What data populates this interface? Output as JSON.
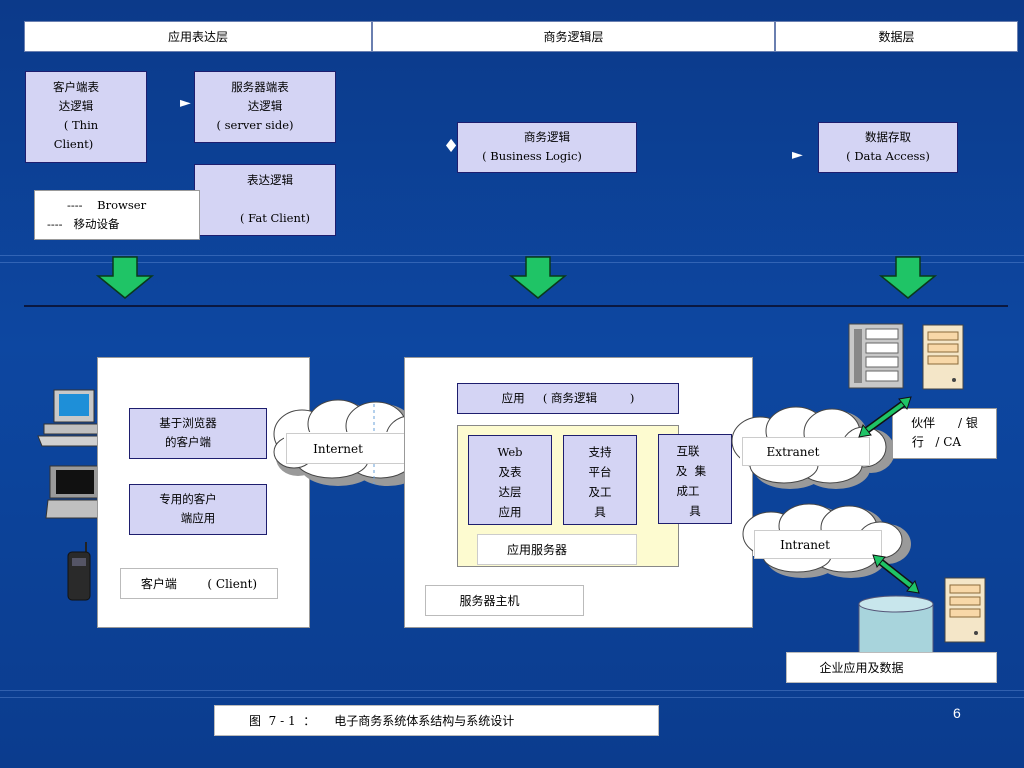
{
  "header": {
    "presentation_layer": "应用表达层",
    "business_logic_layer": "商务逻辑层",
    "data_layer": "数据层"
  },
  "top": {
    "client_logic_lines": [
      "客户端表",
      "达逻辑",
      "( Thin",
      "Client)"
    ],
    "server_logic_lines": [
      "服务器端表",
      "达逻辑",
      "( server side)"
    ],
    "presentation_logic_lines": [
      "表达逻辑",
      "",
      "( Fat Client)"
    ],
    "browser_lines": [
      "----    Browser",
      "----   移动设备"
    ],
    "business_logic_lines": [
      "商务逻辑",
      "( Business Logic)"
    ],
    "data_access_lines": [
      "数据存取",
      "( Data Access)"
    ]
  },
  "bottom": {
    "browser_client_lines": [
      "基于浏览器",
      "的客户端"
    ],
    "dedicated_client_lines": [
      "专用的客户",
      "端应用"
    ],
    "client_label": "客户端        ( Client)",
    "internet": "Internet",
    "app_business_logic": "应用     ( 商务逻辑         )",
    "web_lines": [
      "Web",
      "及表",
      "达层",
      "应用"
    ],
    "support_lines": [
      "支持",
      "平台",
      "及工",
      "具"
    ],
    "integration_lines": [
      "互联",
      "及  集",
      "成工",
      "具"
    ],
    "app_server": "应用服务器",
    "server_host": "服务器主机",
    "extranet": "Extranet",
    "intranet": "Intranet",
    "partner_lines": [
      "伙伴      / 银",
      "行   / CA"
    ],
    "enterprise": "企业应用及数据"
  },
  "caption": "图  7 - 1  ：     电子商务系统体系结构与系统设计",
  "page_number": "6",
  "colors": {
    "lavender": "#d4d4f4",
    "green_arrow": "#1fc466",
    "background": "#0d47a1"
  }
}
